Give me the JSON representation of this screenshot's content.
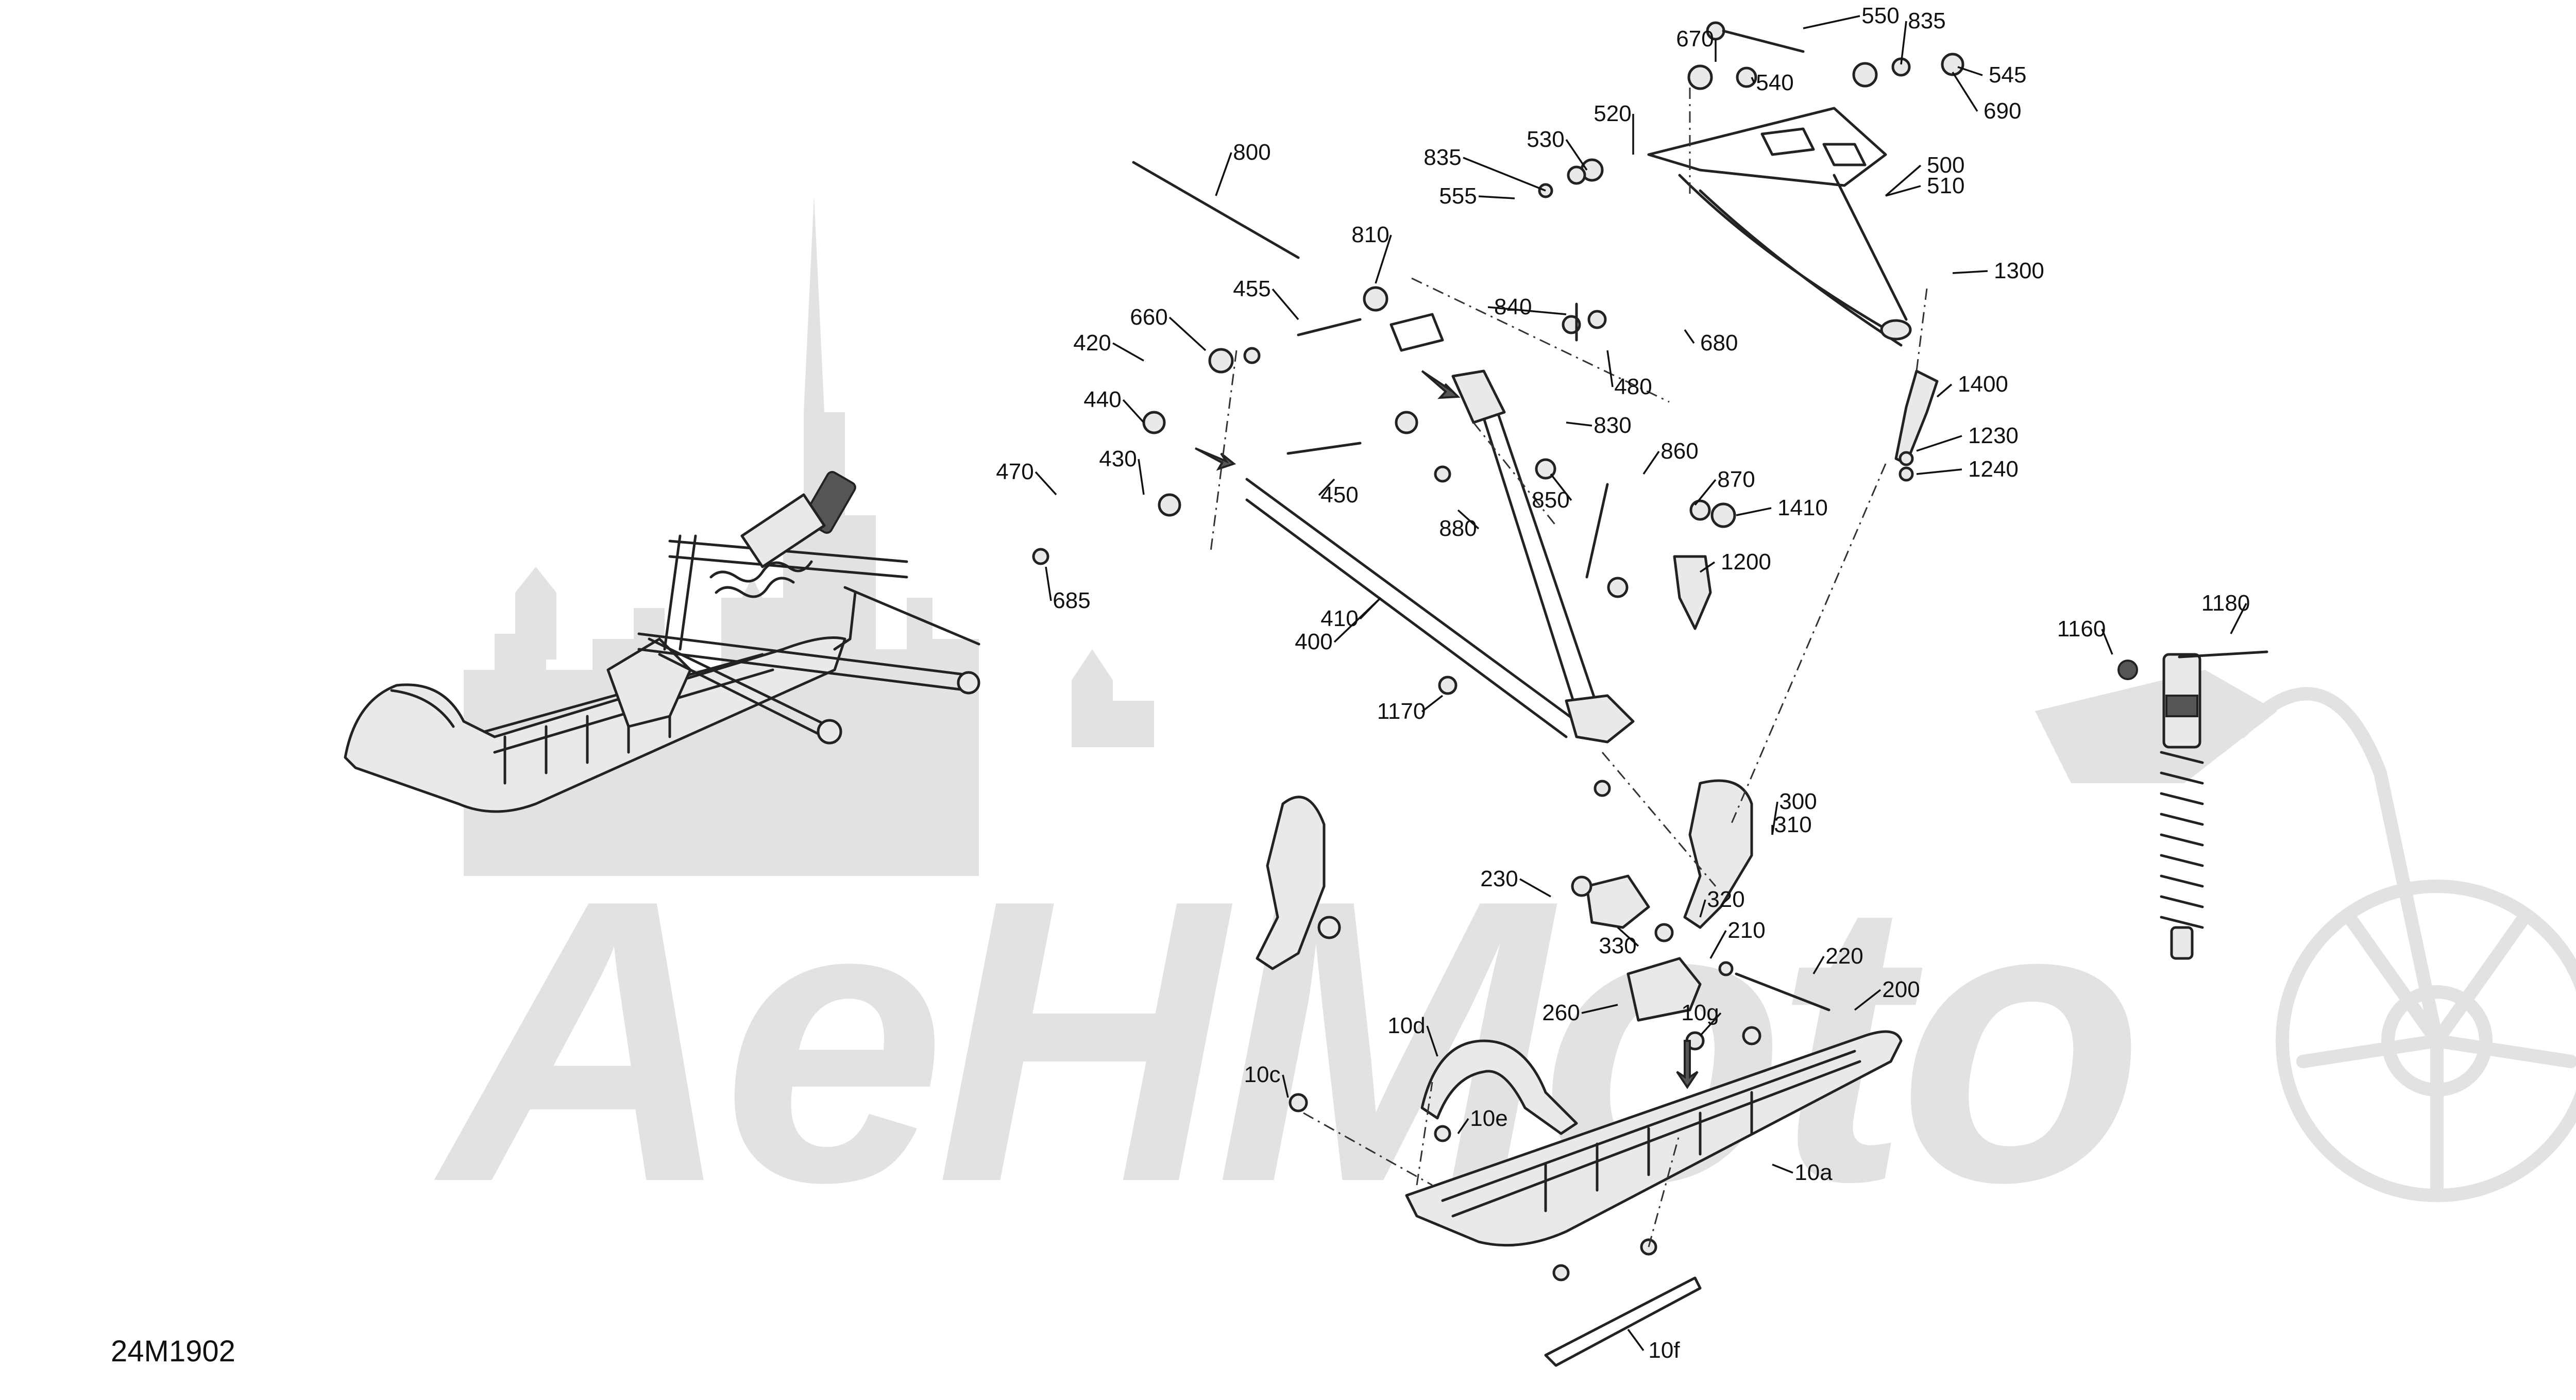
{
  "diagram": {
    "figure_code": "24M1902",
    "watermark_text": "AeHMoto",
    "callouts": [
      "10a",
      "10c",
      "10d",
      "10e",
      "10f",
      "10g",
      "200",
      "210",
      "220",
      "230",
      "260",
      "300",
      "310",
      "320",
      "330",
      "400",
      "410",
      "420",
      "430",
      "440",
      "450",
      "455",
      "470",
      "480",
      "500",
      "510",
      "520",
      "530",
      "540",
      "545",
      "550",
      "555",
      "660",
      "670",
      "680",
      "685",
      "690",
      "800",
      "810",
      "830",
      "835",
      "840",
      "850",
      "860",
      "870",
      "880",
      "1160",
      "1170",
      "1180",
      "1200",
      "1230",
      "1240",
      "1300",
      "1400",
      "1410"
    ]
  }
}
